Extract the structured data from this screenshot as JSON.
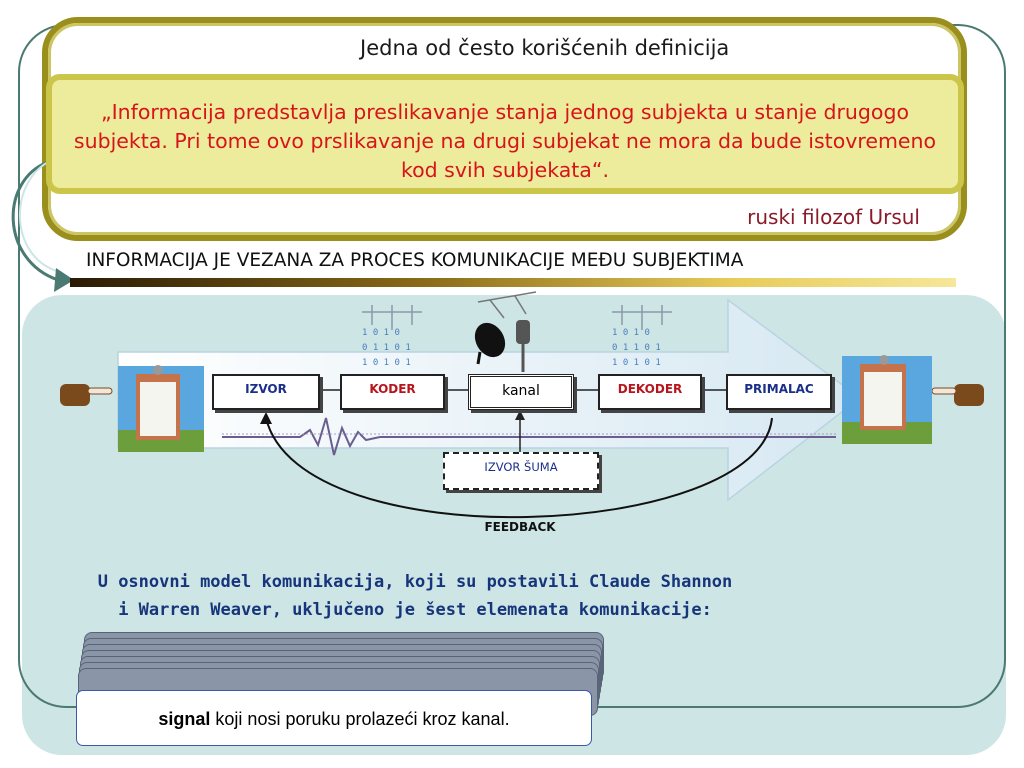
{
  "top": {
    "heading": "Jedna od često korišćenih definicija",
    "quote": "„Informacija predstavlja preslikavanje stanja jednog subjekta u stanje drugogo subjekta. Pri tome ovo prslikavanje na drugi subjekat ne mora da bude  istovremeno kod svih subjekata“.",
    "author": "ruski filozof Ursul"
  },
  "banner": "INFORMACIJA JE VEZANA ZA PROCES KOMUNIKACIJE MEĐU SUBJEKTIMA",
  "diagram": {
    "izvor": "IZVOR",
    "koder": "KODER",
    "kanal": "kanal",
    "dekoder": "DEKODER",
    "primalac": "PRIMALAC",
    "izvor_suma": "IZVOR ŠUMA",
    "feedback": "FEEDBACK",
    "colors": {
      "sender": "#1a2f8a",
      "coder": "#b8141b"
    }
  },
  "intro": {
    "line1": "U osnovni model komunikacija, koji su postavili Claude Shannon",
    "line2": "i Warren Weaver, uključeno je šest elemenata komunikacije:"
  },
  "card": {
    "bold": "signal",
    "rest": " koji nosi poruku prolazeći kroz kanal."
  },
  "colors": {
    "quote_text": "#d8141b",
    "quote_bg": "#ecec9c",
    "panel_border": "#9a8e1c",
    "lower_bg": "#cde5e4",
    "intro_text": "#16357a"
  }
}
